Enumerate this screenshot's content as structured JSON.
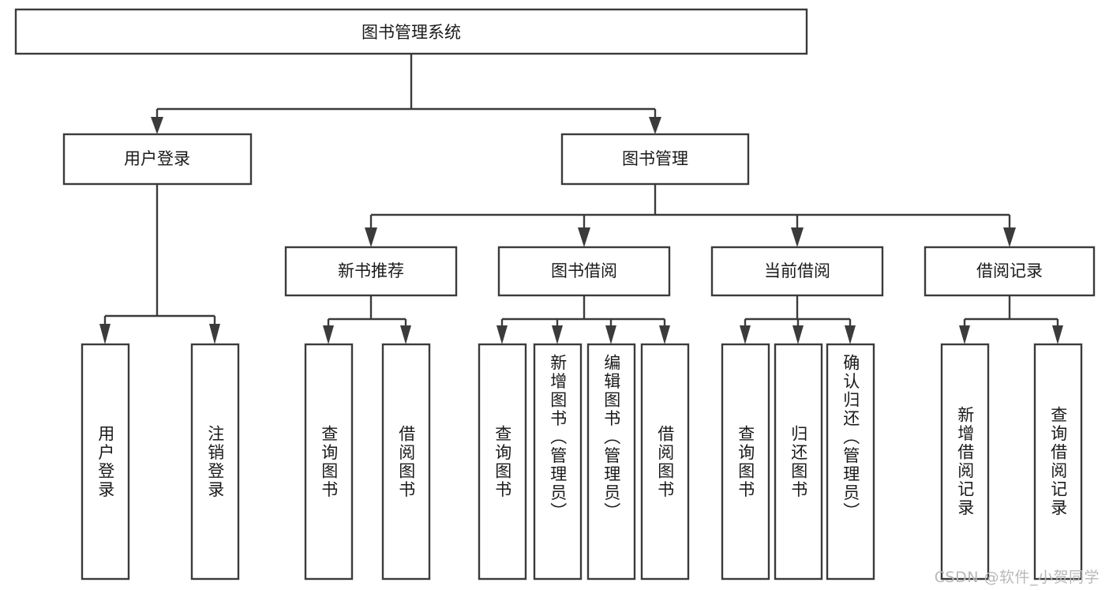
{
  "diagram": {
    "title": "图书管理系统",
    "type": "tree",
    "style": {
      "box_fill": "#ffffff",
      "box_stroke": "#3b3b3b",
      "connector_color": "#3b3b3b",
      "text_color": "#1a1a1a",
      "background": "#ffffff",
      "watermark_color": "#b9b9b9"
    },
    "root": {
      "label": "图书管理系统",
      "orientation": "horizontal"
    },
    "level2": [
      {
        "label": "用户登录",
        "orientation": "horizontal"
      },
      {
        "label": "图书管理",
        "orientation": "horizontal"
      }
    ],
    "level3": [
      {
        "label": "新书推荐",
        "orientation": "horizontal"
      },
      {
        "label": "图书借阅",
        "orientation": "horizontal"
      },
      {
        "label": "当前借阅",
        "orientation": "horizontal"
      },
      {
        "label": "借阅记录",
        "orientation": "horizontal"
      }
    ],
    "leaves": {
      "user_login": [
        {
          "label": "用户登录",
          "orientation": "vertical"
        },
        {
          "label": "注销登录",
          "orientation": "vertical"
        }
      ],
      "new_book_recommend": [
        {
          "label": "查询图书",
          "orientation": "vertical"
        },
        {
          "label": "借阅图书",
          "orientation": "vertical"
        }
      ],
      "book_borrow": [
        {
          "label": "查询图书",
          "orientation": "vertical"
        },
        {
          "label": "新增图书（管理员）",
          "orientation": "vertical"
        },
        {
          "label": "编辑图书（管理员）",
          "orientation": "vertical"
        },
        {
          "label": "借阅图书",
          "orientation": "vertical"
        }
      ],
      "current_borrow": [
        {
          "label": "查询图书",
          "orientation": "vertical"
        },
        {
          "label": "归还图书",
          "orientation": "vertical"
        },
        {
          "label": "确认归还（管理员）",
          "orientation": "vertical"
        }
      ],
      "borrow_record": [
        {
          "label": "新增借阅记录",
          "orientation": "vertical"
        },
        {
          "label": "查询借阅记录",
          "orientation": "vertical"
        }
      ]
    },
    "watermark": "CSDN @软件_小贺同学"
  }
}
